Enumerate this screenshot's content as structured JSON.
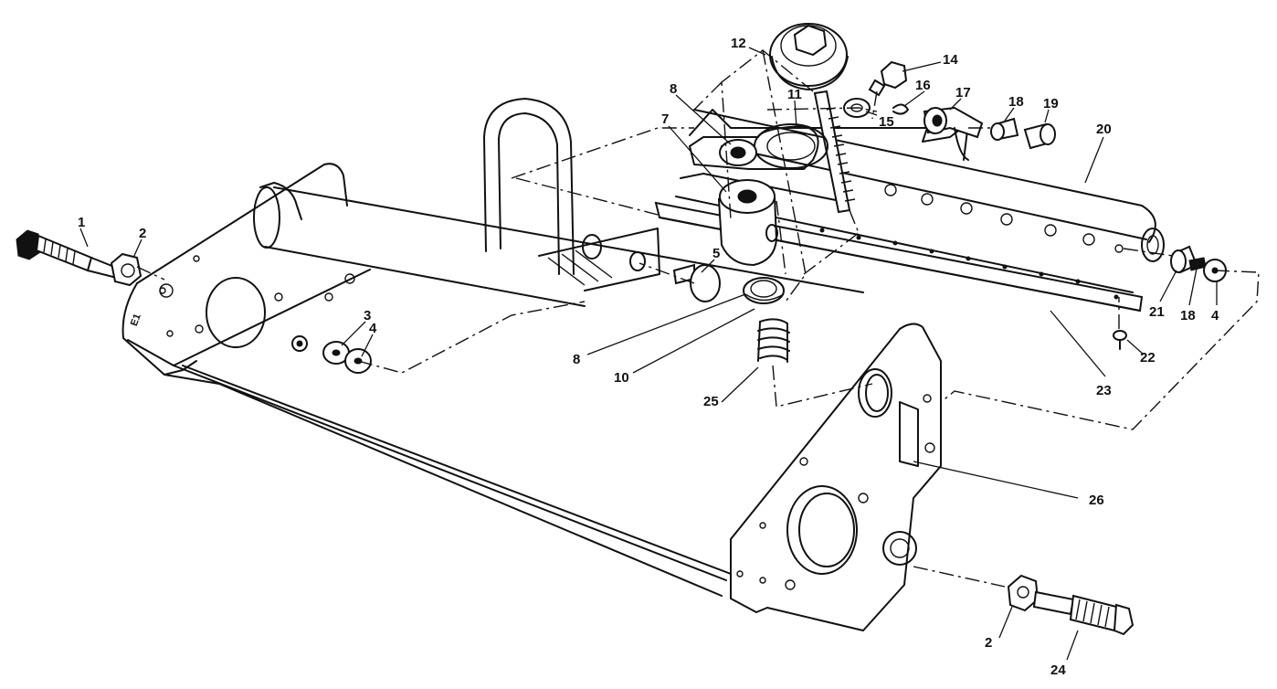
{
  "callouts": [
    {
      "id": "c1",
      "label": "1"
    },
    {
      "id": "c2a",
      "label": "2"
    },
    {
      "id": "c3",
      "label": "3"
    },
    {
      "id": "c4a",
      "label": "4"
    },
    {
      "id": "c5",
      "label": "5"
    },
    {
      "id": "c7",
      "label": "7"
    },
    {
      "id": "c8a",
      "label": "8"
    },
    {
      "id": "c8b",
      "label": "8"
    },
    {
      "id": "c10",
      "label": "10"
    },
    {
      "id": "c11",
      "label": "11"
    },
    {
      "id": "c12",
      "label": "12"
    },
    {
      "id": "c14",
      "label": "14"
    },
    {
      "id": "c15",
      "label": "15"
    },
    {
      "id": "c16",
      "label": "16"
    },
    {
      "id": "c17",
      "label": "17"
    },
    {
      "id": "c18a",
      "label": "18"
    },
    {
      "id": "c19",
      "label": "19"
    },
    {
      "id": "c20",
      "label": "20"
    },
    {
      "id": "c21",
      "label": "21"
    },
    {
      "id": "c18b",
      "label": "18"
    },
    {
      "id": "c4b",
      "label": "4"
    },
    {
      "id": "c22",
      "label": "22"
    },
    {
      "id": "c23",
      "label": "23"
    },
    {
      "id": "c25",
      "label": "25"
    },
    {
      "id": "c26",
      "label": "26"
    },
    {
      "id": "c2b",
      "label": "2"
    },
    {
      "id": "c24",
      "label": "24"
    }
  ],
  "stamp": "E1"
}
